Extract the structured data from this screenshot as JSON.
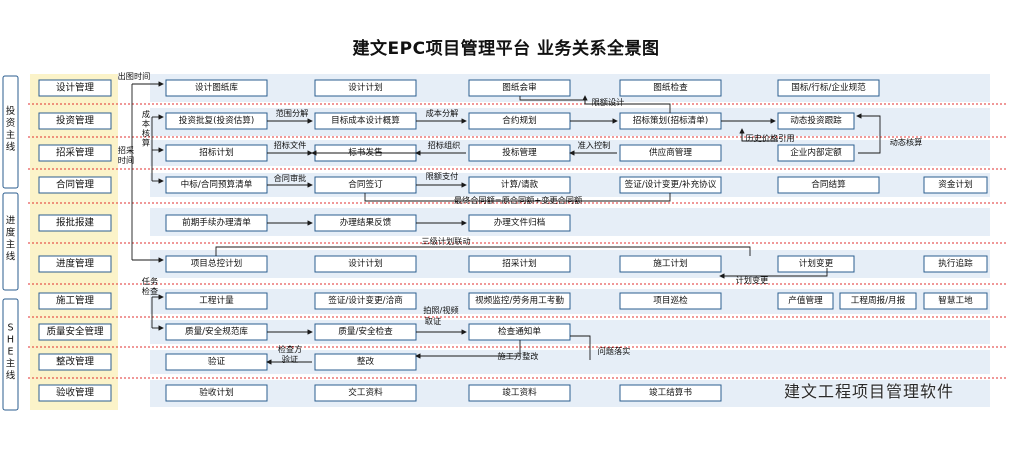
{
  "title": "建文EPC项目管理平台 业务关系全景图",
  "watermark": "建文工程项目管理软件",
  "colors": {
    "node_border": "#2b5d8f",
    "band": "#e6eef7",
    "dotted": "#e03030",
    "module_bg": "#fbf3c9",
    "line": "#1a1a1a"
  },
  "main_lines": [
    {
      "id": "L1",
      "label": "投资主线"
    },
    {
      "id": "L2",
      "label": "进度主线"
    },
    {
      "id": "L3",
      "label": "SHE主线"
    }
  ],
  "modules": [
    {
      "id": "m1",
      "label": "设计管理"
    },
    {
      "id": "m2",
      "label": "投资管理"
    },
    {
      "id": "m3",
      "label": "招采管理"
    },
    {
      "id": "m4",
      "label": "合同管理"
    },
    {
      "id": "m5",
      "label": "报批报建"
    },
    {
      "id": "m6",
      "label": "进度管理"
    },
    {
      "id": "m7",
      "label": "施工管理"
    },
    {
      "id": "m8",
      "label": "质量安全管理"
    },
    {
      "id": "m9",
      "label": "整改管理"
    },
    {
      "id": "m10",
      "label": "验收管理"
    }
  ],
  "nodes": [
    {
      "id": "n1",
      "label": "设计图纸库"
    },
    {
      "id": "n2",
      "label": "设计计划"
    },
    {
      "id": "n3",
      "label": "图纸会审"
    },
    {
      "id": "n4",
      "label": "图纸检查"
    },
    {
      "id": "n5",
      "label": "国标/行标/企业规范"
    },
    {
      "id": "n6",
      "label": "投资批复(投资估算)"
    },
    {
      "id": "n7",
      "label": "目标成本设计概算"
    },
    {
      "id": "n8",
      "label": "合约规划"
    },
    {
      "id": "n9",
      "label": "招标策划(招标清单)"
    },
    {
      "id": "n10",
      "label": "动态投资跟踪"
    },
    {
      "id": "n11",
      "label": "招标计划"
    },
    {
      "id": "n12",
      "label": "标书发售"
    },
    {
      "id": "n13",
      "label": "投标管理"
    },
    {
      "id": "n14",
      "label": "供应商管理"
    },
    {
      "id": "n15",
      "label": "企业内部定额"
    },
    {
      "id": "n16",
      "label": "中标/合同预算清单"
    },
    {
      "id": "n17",
      "label": "合同签订"
    },
    {
      "id": "n18",
      "label": "计算/请款"
    },
    {
      "id": "n19",
      "label": "签证/设计变更/补充协议"
    },
    {
      "id": "n20",
      "label": "合同结算"
    },
    {
      "id": "n21",
      "label": "资金计划"
    },
    {
      "id": "n22",
      "label": "前期手续办理清单"
    },
    {
      "id": "n23",
      "label": "办理结果反馈"
    },
    {
      "id": "n24",
      "label": "办理文件归档"
    },
    {
      "id": "n25",
      "label": "项目总控计划"
    },
    {
      "id": "n26",
      "label": "设计计划"
    },
    {
      "id": "n27",
      "label": "招采计划"
    },
    {
      "id": "n28",
      "label": "施工计划"
    },
    {
      "id": "n29",
      "label": "计划变更"
    },
    {
      "id": "n30",
      "label": "执行追踪"
    },
    {
      "id": "n31",
      "label": "工程计量"
    },
    {
      "id": "n32",
      "label": "签证/设计变更/洽商"
    },
    {
      "id": "n33",
      "label": "视频监控/劳务用工考勤"
    },
    {
      "id": "n34",
      "label": "项目巡检"
    },
    {
      "id": "n35",
      "label": "产值管理"
    },
    {
      "id": "n36",
      "label": "工程周报/月报"
    },
    {
      "id": "n37",
      "label": "智慧工地"
    },
    {
      "id": "n38",
      "label": "质量/安全规范库"
    },
    {
      "id": "n39",
      "label": "质量/安全检查"
    },
    {
      "id": "n40",
      "label": "检查通知单"
    },
    {
      "id": "n41",
      "label": "验证"
    },
    {
      "id": "n42",
      "label": "整改"
    },
    {
      "id": "n43",
      "label": "验收计划"
    },
    {
      "id": "n44",
      "label": "交工资料"
    },
    {
      "id": "n45",
      "label": "竣工资料"
    },
    {
      "id": "n46",
      "label": "竣工结算书"
    }
  ],
  "annotations": [
    {
      "id": "a1",
      "label": "出图时间"
    },
    {
      "id": "a2",
      "label": "成本核算"
    },
    {
      "id": "a3",
      "label": "招采时间"
    },
    {
      "id": "a4",
      "label": "范围分解"
    },
    {
      "id": "a5",
      "label": "成本分解"
    },
    {
      "id": "a6",
      "label": "限额设计"
    },
    {
      "id": "a7",
      "label": "招标文件"
    },
    {
      "id": "a8",
      "label": "招标组织"
    },
    {
      "id": "a9",
      "label": "准入控制"
    },
    {
      "id": "a10",
      "label": "历史价格引用"
    },
    {
      "id": "a11",
      "label": "动态核算"
    },
    {
      "id": "a12",
      "label": "合同审批"
    },
    {
      "id": "a13",
      "label": "限额支付"
    },
    {
      "id": "a14",
      "label": "最终合同额=原合同额+变更合同额"
    },
    {
      "id": "a15",
      "label": "三级计划联动"
    },
    {
      "id": "a16",
      "label": "计划变更"
    },
    {
      "id": "a17",
      "label": "任务检查"
    },
    {
      "id": "a18",
      "label": "拍照/视频取证"
    },
    {
      "id": "a19",
      "label": "检查方验证"
    },
    {
      "id": "a20",
      "label": "施工方整改"
    },
    {
      "id": "a21",
      "label": "问题落实"
    }
  ]
}
